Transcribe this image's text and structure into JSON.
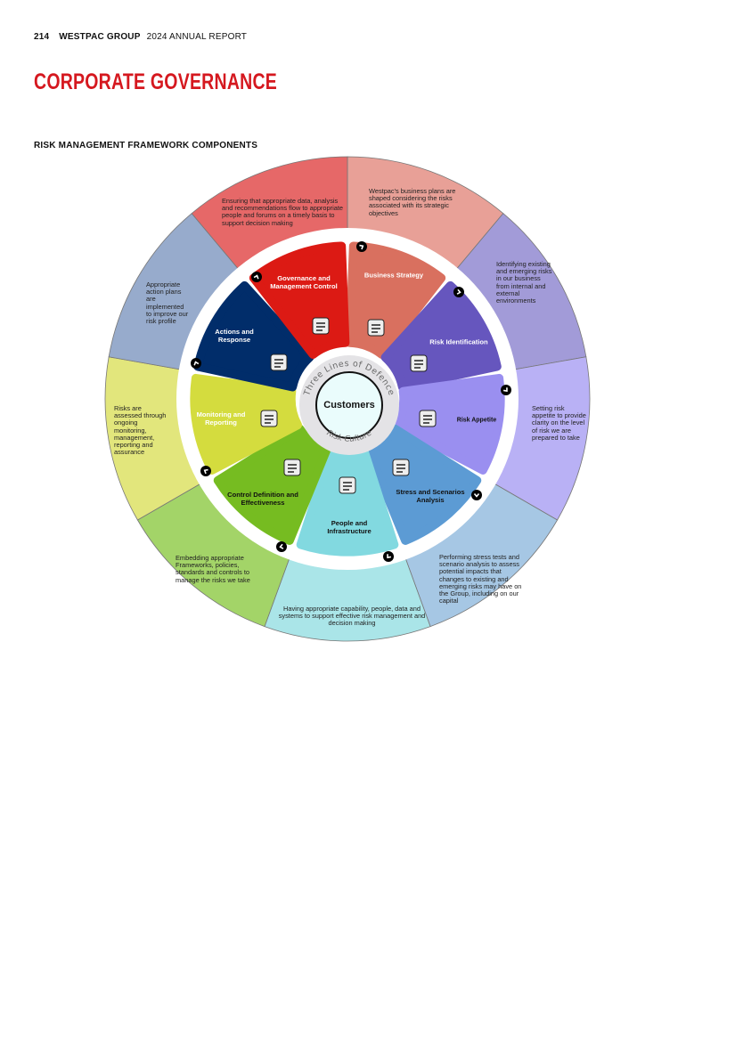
{
  "header": {
    "page_number": "214",
    "brand": "WESTPAC GROUP",
    "report": "2024 ANNUAL REPORT"
  },
  "page_title": "CORPORATE GOVERNANCE",
  "section_title": "RISK MANAGEMENT FRAMEWORK COMPONENTS",
  "center": {
    "label": "Customers",
    "ring_top": "Three Lines of Defence",
    "ring_bottom": "Risk Culture"
  },
  "components": [
    {
      "label": "Governance and Management Control",
      "description": "Ensuring that appropriate data, analysis and recommendations flow to appropriate people and forums on a timely basis to support decision making",
      "color": "#d9705f",
      "outer_color": "#e8a097",
      "icon": "meeting-icon"
    },
    {
      "label": "Business Strategy",
      "description": "Westpac's business plans are shaped considering the risks associated with its strategic objectives",
      "color": "#6656be",
      "outer_color": "#a29bd8",
      "icon": "clipboard-icon"
    },
    {
      "label": "Risk Identification",
      "description": "Identifying existing and emerging risks in our business from internal and external environments",
      "color": "#9a8ff0",
      "outer_color": "#b9b1f5",
      "icon": "document-alert-icon"
    },
    {
      "label": "Risk Appetite",
      "description": "Setting risk appetite to provide clarity on the level of risk we are prepared to take",
      "color": "#5c9bd4",
      "outer_color": "#a6c7e4",
      "icon": "alert-gauge-icon"
    },
    {
      "label": "Stress and Scenarios Analysis",
      "description": "Performing stress tests and scenario analysis to assess potential impacts that changes to existing and emerging risks may have on the Group, including on our capital",
      "color": "#82d9e0",
      "outer_color": "#aae5e8",
      "icon": "pie-chart-icon"
    },
    {
      "label": "People and Infrastructure",
      "description": "Having appropriate capability, people, data and systems to support effective risk management and decision making",
      "color": "#76bc21",
      "outer_color": "#a3d468",
      "icon": "people-icon"
    },
    {
      "label": "Control Definition and Effectiveness",
      "description": "Embedding appropriate Frameworks, policies, standards and controls to manage the risks we take",
      "color": "#d4dc3e",
      "outer_color": "#e2e67c",
      "icon": "gear-icon"
    },
    {
      "label": "Monitoring and Reporting",
      "description": "Risks are assessed through ongoing monitoring, management, reporting and assurance",
      "color": "#012d6a",
      "outer_color": "#97abcc",
      "icon": "line-chart-icon"
    },
    {
      "label": "Actions and Response",
      "description": "Appropriate action plans are implemented to improve our risk profile",
      "color": "#dc1a14",
      "outer_color": "#e66868",
      "icon": "presenter-icon"
    }
  ]
}
